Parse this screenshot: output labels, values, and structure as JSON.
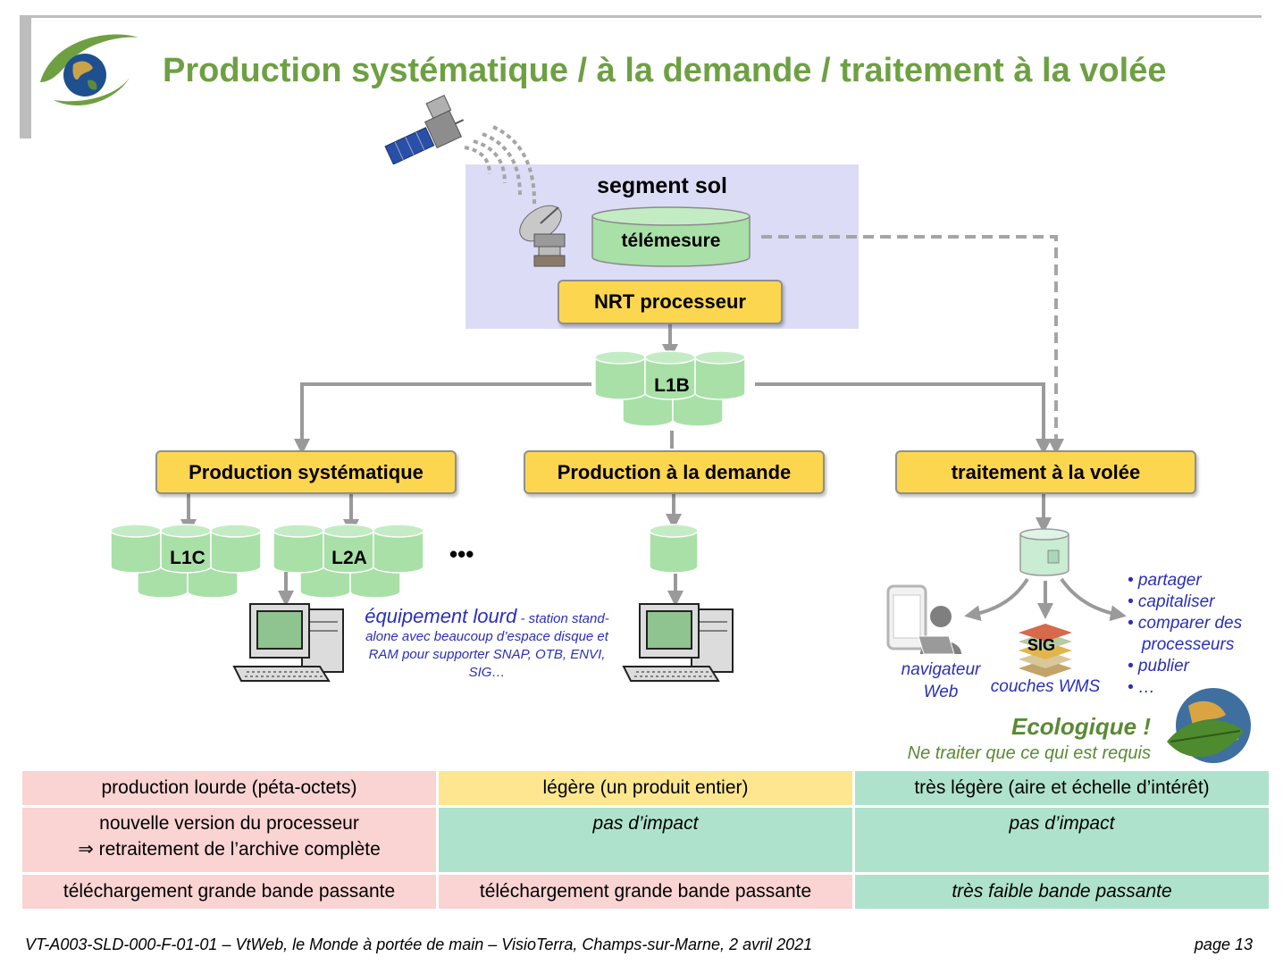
{
  "title": "Production systématique / à la demande / traitement à la volée",
  "ground_segment": {
    "label": "segment sol",
    "telemetry": "télémesure",
    "processor": "NRT processeur"
  },
  "l1b": "L1B",
  "branches": {
    "systematic": "Production systématique",
    "on_demand": "Production à la demande",
    "on_the_fly": "traitement à la volée"
  },
  "products": {
    "l1c": "L1C",
    "l2a": "L2A",
    "more": "•••"
  },
  "equipment": {
    "title": "équipement lourd",
    "description": "- station stand-alone avec beaucoup d’espace disque et RAM pour supporter SNAP, OTB, ENVI, SIG…"
  },
  "on_the_fly": {
    "web_browser": "navigateur Web",
    "gis_label": "SIG",
    "wms_layers": "couches WMS",
    "bullets": [
      "• partager",
      "• capitaliser",
      "• comparer des",
      "   processeurs",
      "• publier",
      "• …"
    ]
  },
  "ecologic": {
    "title": "Ecologique !",
    "subtitle": "Ne traiter que ce qui est requis"
  },
  "comparison": [
    [
      "production lourde (péta-octets)",
      "légère (un produit entier)",
      "très légère (aire et échelle d’intérêt)"
    ],
    [
      "nouvelle version du processeur",
      "pas d’impact",
      "pas d’impact"
    ],
    [
      "téléchargement grande bande passante",
      "téléchargement grande bande passante",
      "très faible bande passante"
    ]
  ],
  "comparison_row2_line2": "⇒ retraitement de l’archive complète",
  "footer": "VT-A003-SLD-000-F-01-01 – VtWeb, le Monde à portée de main – VisioTerra, Champs-sur-Marne, 2 avril 2021",
  "page": "page 13",
  "colors": {
    "title_green": "#6ea043",
    "box_yellow": "#fdd64f",
    "cylinder_green": "#a8e0a8",
    "ground_blue": "#dcdcf7",
    "bullet_blue": "#2b2fb8",
    "table_red": "#fad3d3",
    "table_yellow": "#fde68f",
    "table_green": "#aee2cc"
  },
  "icons": [
    "eye-earth-logo-icon",
    "satellite-icon",
    "dish-antenna-icon",
    "workstation-icon",
    "smartphone-icon",
    "user-laptop-icon",
    "gis-layers-icon",
    "earth-leaf-icon"
  ]
}
